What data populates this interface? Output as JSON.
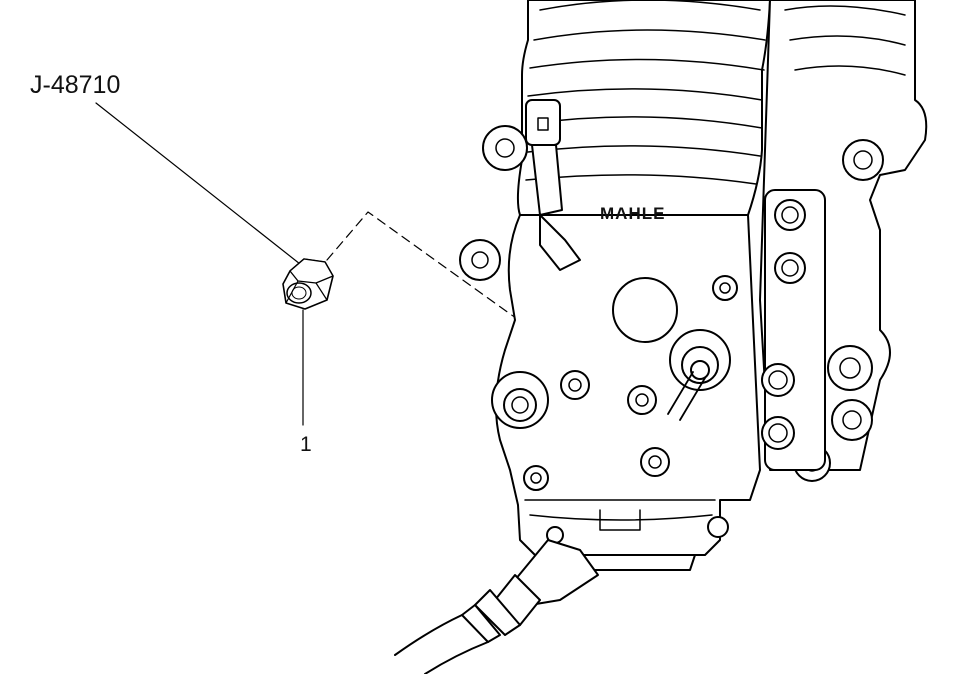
{
  "labels": {
    "tool_callout": "J-48710",
    "part_callout": "1",
    "brand_marking": "MAHLE"
  },
  "colors": {
    "line": "#000000",
    "background": "#ffffff"
  },
  "icons": {
    "part": "hex-nut-icon"
  }
}
